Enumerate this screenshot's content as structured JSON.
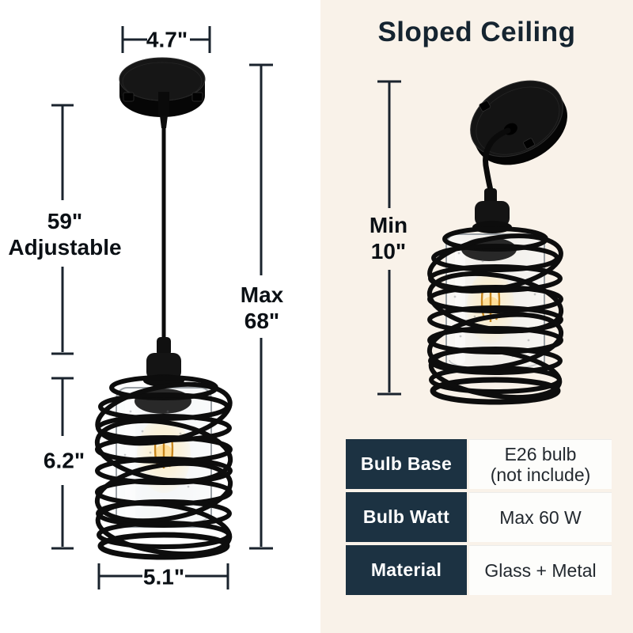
{
  "left_diagram": {
    "canopy_width_label": "4.7\"",
    "cord_label_line1": "59\"",
    "cord_label_line2": "Adjustable",
    "total_height_label_line1": "Max",
    "total_height_label_line2": "68\"",
    "shade_height_label": "6.2\"",
    "shade_width_label": "5.1\""
  },
  "right_diagram": {
    "title": "Sloped Ceiling",
    "min_height_label_line1": "Min",
    "min_height_label_line2": "10\""
  },
  "spec_table": {
    "rows": [
      {
        "label": "Bulb Base",
        "value_line1": "E26 bulb",
        "value_line2": "(not include)"
      },
      {
        "label": "Bulb Watt",
        "value_line1": "Max 60 W",
        "value_line2": ""
      },
      {
        "label": "Material",
        "value_line1": "Glass + Metal",
        "value_line2": ""
      }
    ]
  },
  "colors": {
    "left_background": "#ffffff",
    "right_background": "#f9f2e9",
    "dimension_line": "#1a232d",
    "title_navy": "#152430",
    "table_label_bg": "#1c3242",
    "table_label_text": "#ffffff",
    "table_value_bg": "#fdfdfb",
    "table_value_text": "#23292f",
    "fixture_black": "#0d0d0d",
    "bulb_glow": "#ffedc0"
  }
}
